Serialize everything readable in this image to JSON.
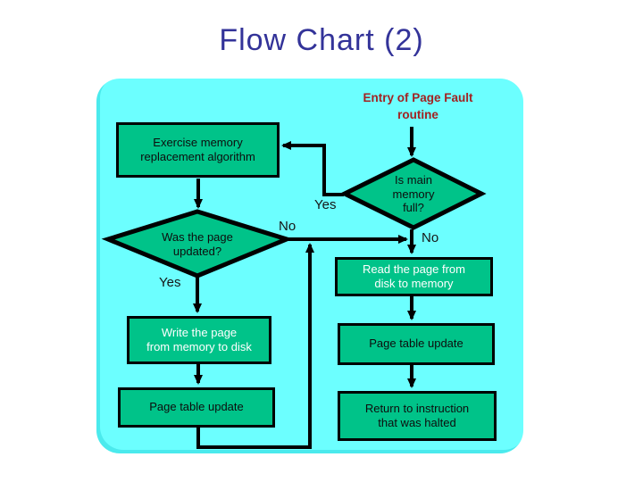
{
  "slide": {
    "title": "Flow Chart (2)"
  },
  "flowchart": {
    "entry_label": [
      "Entry of Page Fault",
      "routine"
    ],
    "nodes": {
      "exercise": {
        "label": [
          "Exercise memory",
          "replacement algorithm"
        ]
      },
      "is_full": {
        "label": [
          "Is main",
          "memory",
          "full?"
        ]
      },
      "was_updated": {
        "label": [
          "Was the page",
          "updated?"
        ]
      },
      "read_page": {
        "label": [
          "Read the page from",
          "disk to memory"
        ]
      },
      "write_page": {
        "label": [
          "Write the page",
          "from memory to disk"
        ]
      },
      "page_table_left": {
        "label": "Page table update"
      },
      "page_table_right": {
        "label": "Page table update"
      },
      "return_instr": {
        "label": [
          "Return to instruction",
          "that was halted"
        ]
      }
    },
    "edge_labels": {
      "is_full_yes": "Yes",
      "was_updated_no": "No",
      "is_full_no": "No",
      "was_updated_yes": "Yes"
    },
    "colors": {
      "panel_bg": "#6CFFFF",
      "node_fill": "#00C389",
      "title_text": "#333399",
      "entry_text": "#A22222",
      "line": "#000000"
    }
  }
}
